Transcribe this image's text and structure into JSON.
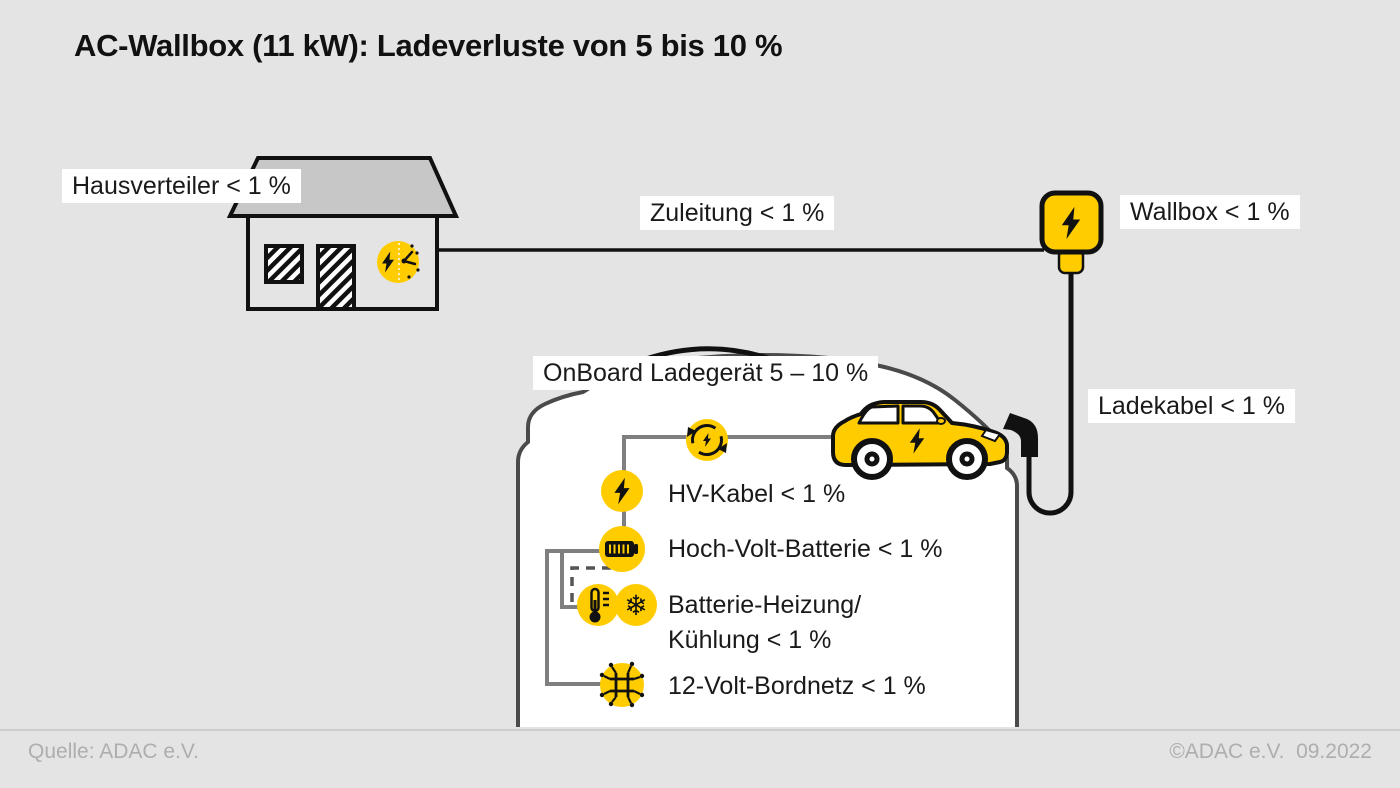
{
  "title": "AC-Wallbox (11 kW): Ladeverluste von 5 bis 10 %",
  "labels": {
    "hausverteiler": "Hausverteiler < 1 %",
    "zuleitung": "Zuleitung < 1 %",
    "wallbox": "Wallbox < 1 %",
    "ladekabel": "Ladekabel < 1 %",
    "onboard": "OnBoard Ladegerät 5 – 10 %"
  },
  "components": [
    {
      "id": "hv-kabel",
      "icon": "lightning-icon",
      "label": "HV-Kabel < 1 %"
    },
    {
      "id": "hoch-volt-batterie",
      "icon": "battery-icon",
      "label": "Hoch-Volt-Batterie < 1 %"
    },
    {
      "id": "batterie-heizung-kuehlung",
      "icon": "thermometer-icon + snowflake-icon",
      "label": "Batterie-Heizung/",
      "label2": "Kühlung < 1 %"
    },
    {
      "id": "12-volt-bordnetz",
      "icon": "wiring-harness-icon",
      "label": "12-Volt-Bordnetz < 1 %"
    }
  ],
  "icons": {
    "house_meter": "electric-meter-icon",
    "wallbox": "lightning-icon",
    "charge_cycle": "charging-cycle-icon",
    "car": "lightning-icon"
  },
  "footer": {
    "source": "Quelle: ADAC e.V.",
    "copyright": "©ADAC e.V.  09.2022"
  },
  "colors": {
    "background": "#e4e4e4",
    "adac_yellow": "#FFCC00",
    "black": "#111111",
    "car_outline_gray": "#4a4a4a",
    "circuit_gray": "#7f7f7f",
    "roof_gray": "#c7c7c7",
    "label_background": "#ffffff",
    "footer_text": "#aeaeae"
  }
}
